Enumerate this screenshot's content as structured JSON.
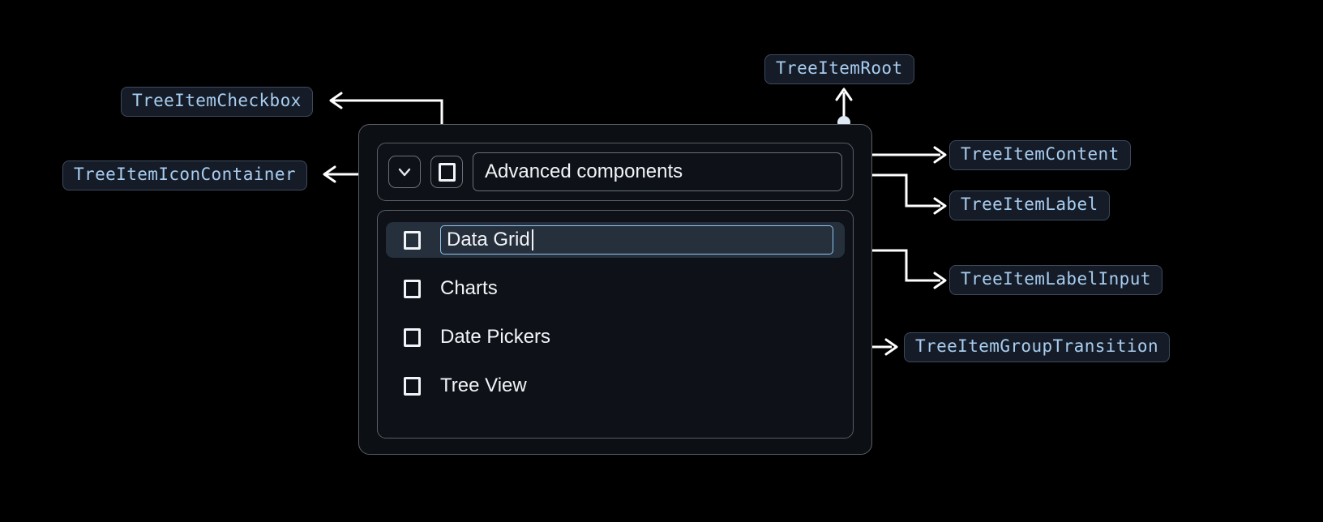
{
  "background": "#000000",
  "accent_chip_text": "#a8cdf0",
  "accent_focus_border": "#8fc5f0",
  "annotations": {
    "tree_item_checkbox": "TreeItemCheckbox",
    "tree_item_icon_container": "TreeItemIconContainer",
    "tree_item_root": "TreeItemRoot",
    "tree_item_content": "TreeItemContent",
    "tree_item_label": "TreeItemLabel",
    "tree_item_label_input": "TreeItemLabelInput",
    "tree_item_group_transition": "TreeItemGroupTransition"
  },
  "tree": {
    "header": {
      "expand_icon": "chevron-down-icon",
      "checkbox_checked": false,
      "label": "Advanced components"
    },
    "children": [
      {
        "label": "Data Grid",
        "checked": false,
        "editing": true
      },
      {
        "label": "Charts",
        "checked": false,
        "editing": false
      },
      {
        "label": "Date Pickers",
        "checked": false,
        "editing": false
      },
      {
        "label": "Tree View",
        "checked": false,
        "editing": false
      }
    ]
  }
}
